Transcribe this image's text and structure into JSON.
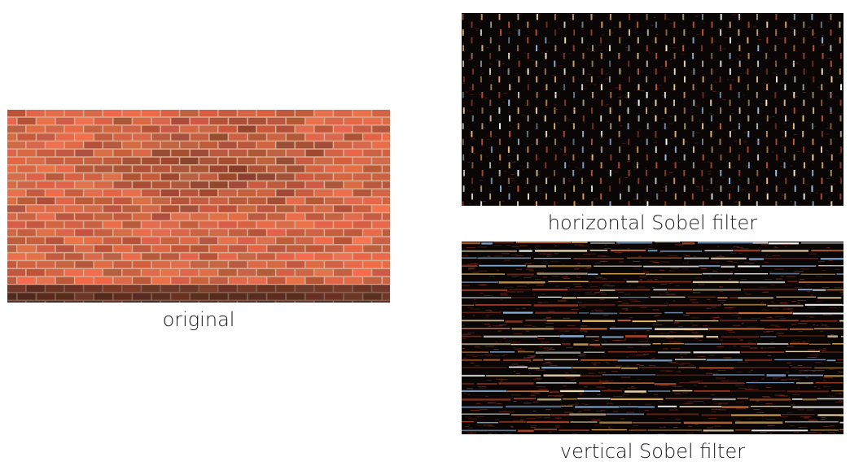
{
  "figures": [
    {
      "id": "original",
      "caption": "original"
    },
    {
      "id": "horizontal",
      "caption": "horizontal Sobel filter"
    },
    {
      "id": "vertical",
      "caption": "vertical Sobel filter"
    }
  ],
  "colors": {
    "background": "#ffffff",
    "brick": "#c0553a",
    "mortar": "#d9a98d",
    "edge_background": "#0a0605"
  }
}
